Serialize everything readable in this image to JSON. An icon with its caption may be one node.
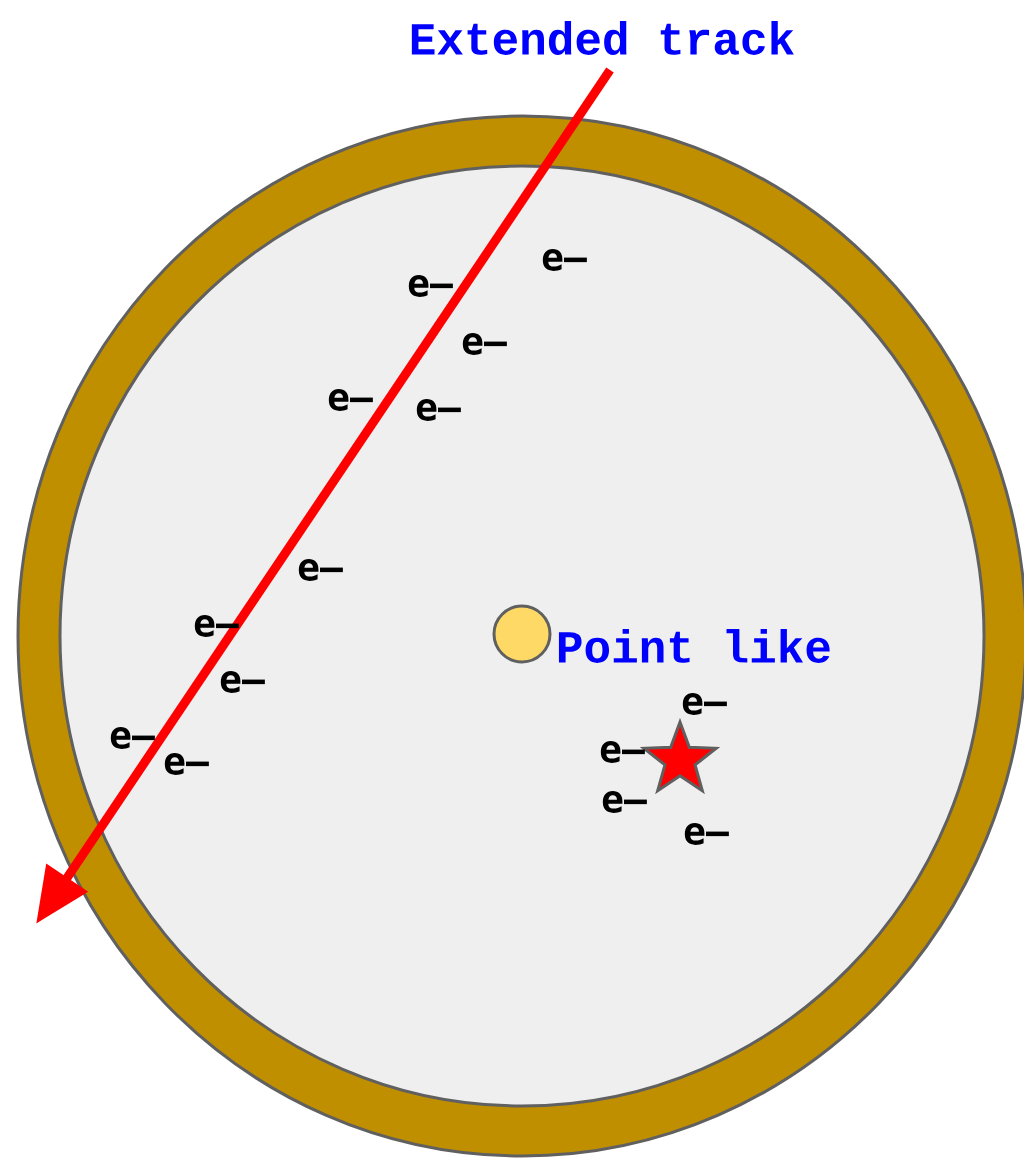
{
  "diagram": {
    "nodes": [
      {
        "text": [],
        "shape": "circle"
      },
      {
        "text": [],
        "shape": "circle",
        "in": 0
      },
      {
        "text": [],
        "shape": "circle",
        "in": 1,
        "beside": [
          "Point like"
        ]
      },
      {
        "text": [],
        "shape": "star",
        "in": 1
      }
    ],
    "labels": [
      "Extended track",
      "e–",
      "e–",
      "e–",
      "e–",
      "e–",
      "e–",
      "e–",
      "e–",
      "e–",
      "e–",
      "e–",
      "e–",
      "e–",
      "e–"
    ]
  }
}
